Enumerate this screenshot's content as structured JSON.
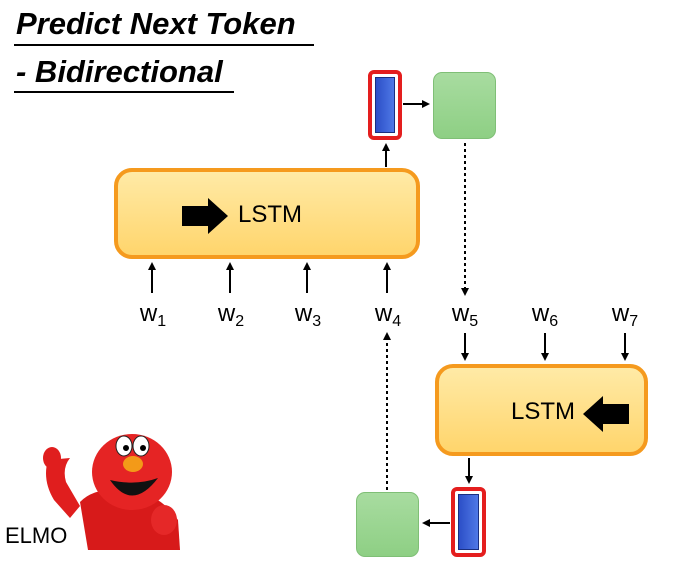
{
  "title": {
    "line1": "Predict Next Token",
    "line2": "- Bidirectional"
  },
  "forward_lstm": {
    "label": "LSTM",
    "direction_icon": "right-arrow-icon"
  },
  "backward_lstm": {
    "label": "LSTM",
    "direction_icon": "left-arrow-icon"
  },
  "words": [
    {
      "base": "w",
      "index": "1"
    },
    {
      "base": "w",
      "index": "2"
    },
    {
      "base": "w",
      "index": "3"
    },
    {
      "base": "w",
      "index": "4"
    },
    {
      "base": "w",
      "index": "5"
    },
    {
      "base": "w",
      "index": "6"
    },
    {
      "base": "w",
      "index": "7"
    }
  ],
  "elmo": {
    "caption": "ELMO"
  },
  "colors": {
    "lstm_fill": "#ffd56c",
    "lstm_border": "#f59a1e",
    "output_box": "#a8dca0",
    "hidden_vector": "#2c4fc7",
    "highlight": "#e41e1e"
  }
}
